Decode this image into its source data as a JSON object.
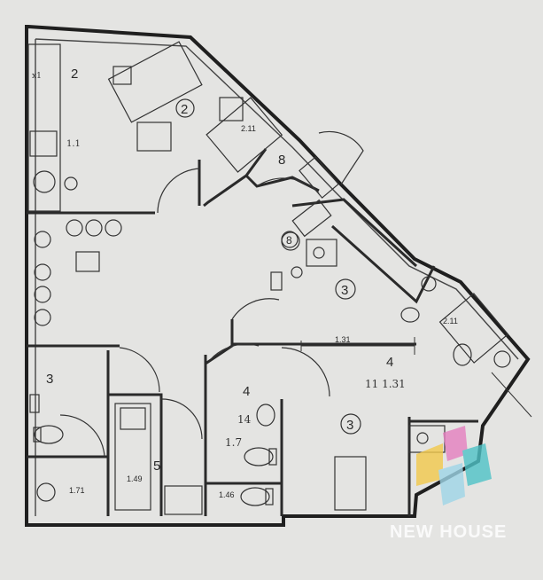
{
  "rooms": [
    {
      "id": "r2a",
      "number": "2"
    },
    {
      "id": "r2b",
      "number": "2"
    },
    {
      "id": "r8a",
      "number": "8"
    },
    {
      "id": "r8b",
      "number": "8"
    },
    {
      "id": "r3a",
      "number": "3"
    },
    {
      "id": "r3b",
      "number": "3"
    },
    {
      "id": "r3c",
      "number": "3"
    },
    {
      "id": "r4a",
      "number": "4"
    },
    {
      "id": "r4b",
      "number": "4"
    },
    {
      "id": "r5",
      "number": "5"
    }
  ],
  "dimensions": {
    "d211a": "2.11",
    "d211b": "2.11",
    "d131": "1.31",
    "d171": "1.71",
    "d149": "1.49",
    "d146": "1.46"
  },
  "annotations": {
    "hand131": "11 1.31",
    "hand11": "1.1",
    "hand14": "14",
    "hand17": "1.7",
    "x1": "x1"
  },
  "watermark": {
    "text": "NEW HOUSE",
    "colors": [
      "#f2c94c",
      "#e57fc0",
      "#4fc3c7",
      "#9fd6e8"
    ]
  }
}
